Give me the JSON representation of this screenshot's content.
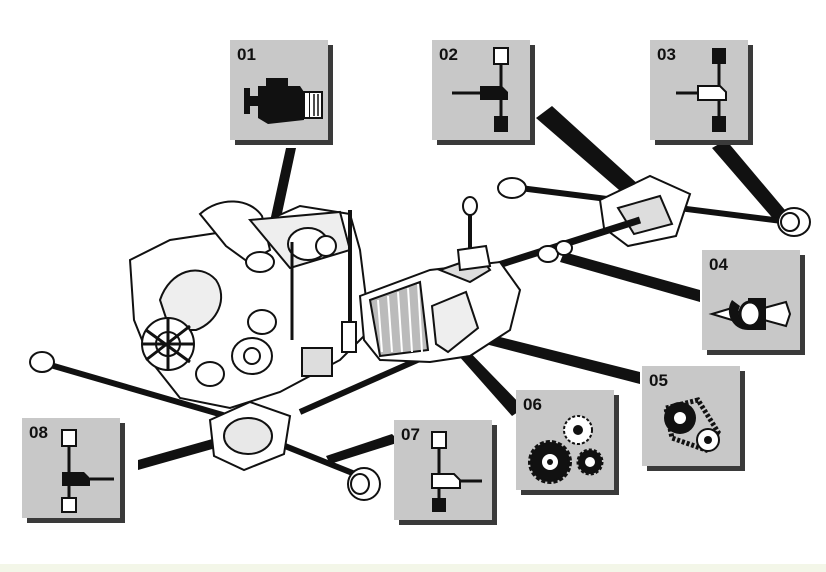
{
  "callouts": [
    {
      "number": "01",
      "icon": "engine-icon"
    },
    {
      "number": "02",
      "icon": "center-differential-icon"
    },
    {
      "number": "03",
      "icon": "rear-axle-differential-icon"
    },
    {
      "number": "04",
      "icon": "propeller-shaft-joint-icon"
    },
    {
      "number": "05",
      "icon": "transfer-chain-icon"
    },
    {
      "number": "06",
      "icon": "gear-set-icon"
    },
    {
      "number": "07",
      "icon": "front-differential-right-icon"
    },
    {
      "number": "08",
      "icon": "front-differential-left-icon"
    }
  ],
  "colors": {
    "panel": "#c8c8c8",
    "shadow": "#3a3a3a",
    "ink": "#111111",
    "footer": "#f3f6e8"
  }
}
